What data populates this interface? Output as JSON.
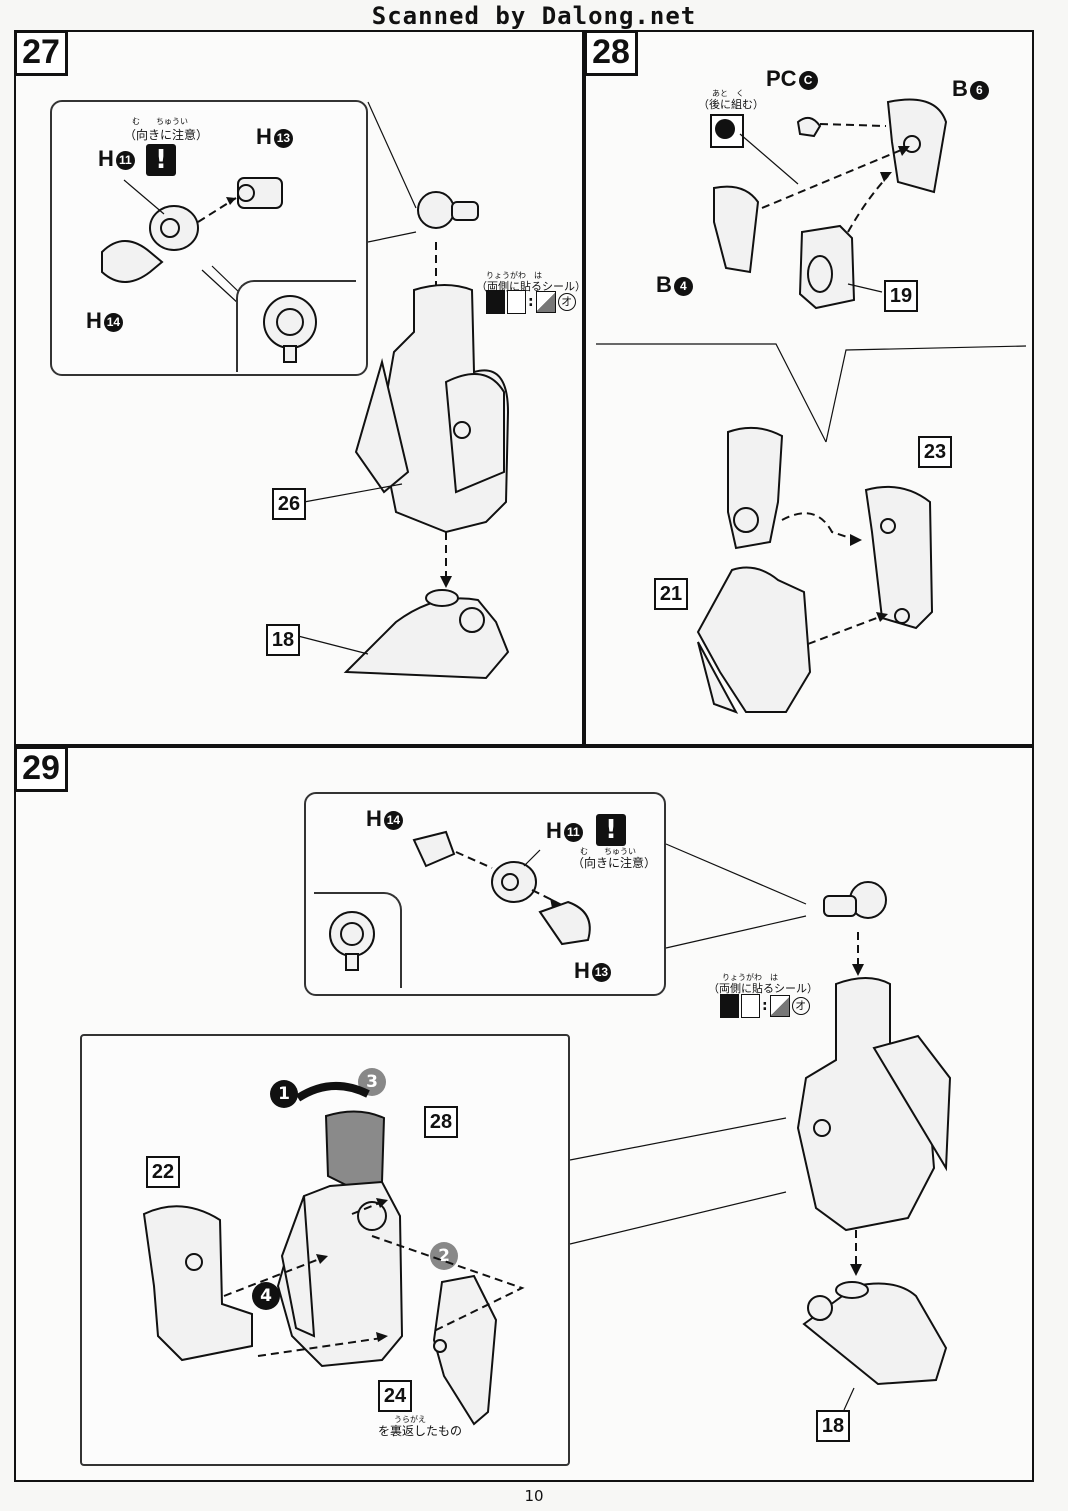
{
  "header": {
    "text": "Scanned by Dalong.net"
  },
  "page_number": "10",
  "step27": {
    "number": "27",
    "parts": {
      "h11": "H",
      "h11_num": "11",
      "h13": "H",
      "h13_num": "13",
      "h14": "H",
      "h14_num": "14"
    },
    "note_ruby": "む　　ちゅうい",
    "note": "（向きに注意）",
    "seal_ruby": "りょうがわ　は",
    "seal_note": "（両側に貼るシール）",
    "seal_letter": "オ",
    "sub_26": "26",
    "sub_18": "18"
  },
  "step28": {
    "number": "28",
    "pc": "PC",
    "pc_letter": "C",
    "b6": "B",
    "b6_num": "6",
    "b4": "B",
    "b4_num": "4",
    "later_ruby": "あと　く",
    "later_note": "（後に組む）",
    "sub_19": "19",
    "sub_23": "23",
    "sub_21": "21"
  },
  "step29": {
    "number": "29",
    "parts": {
      "h14": "H",
      "h14_num": "14",
      "h11": "H",
      "h11_num": "11",
      "h13": "H",
      "h13_num": "13"
    },
    "note_ruby": "む　　ちゅうい",
    "note": "（向きに注意）",
    "seal_ruby": "りょうがわ　は",
    "seal_note": "（両側に貼るシール）",
    "seal_letter": "オ",
    "sub_22": "22",
    "sub_28": "28",
    "sub_24": "24",
    "flip_ruby": "うらがえ",
    "flip_note": "を裏返したもの",
    "sub_18": "18",
    "order": [
      "1",
      "2",
      "3",
      "4"
    ]
  }
}
